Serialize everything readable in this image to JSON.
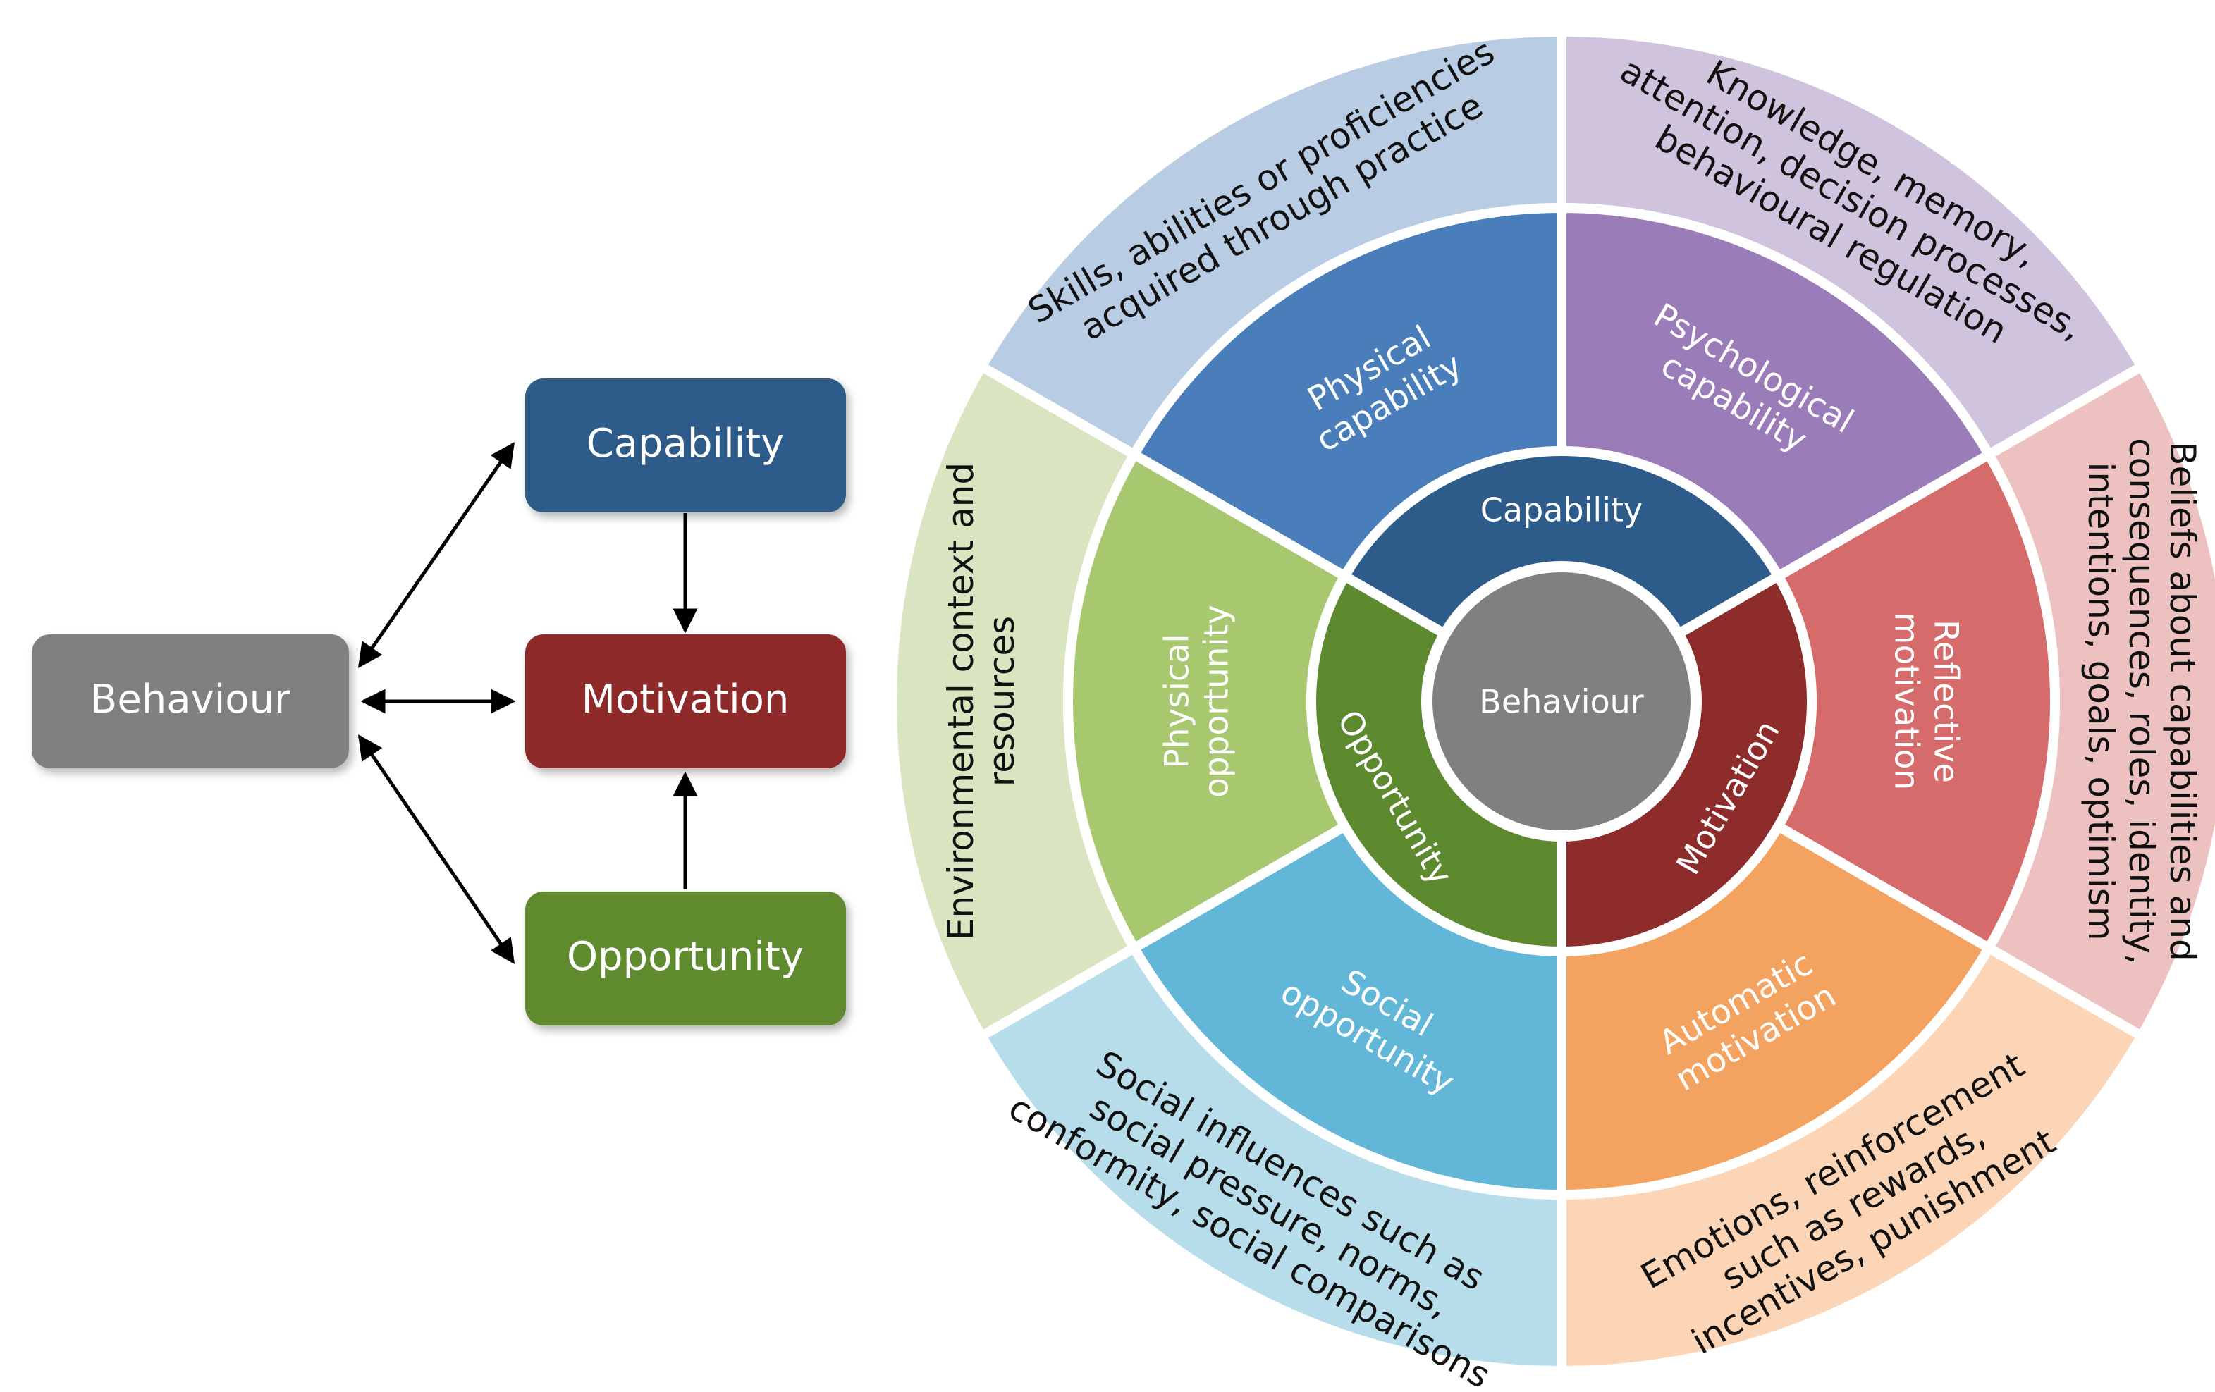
{
  "left_model": {
    "behaviour": "Behaviour",
    "capability": "Capability",
    "motivation": "Motivation",
    "opportunity": "Opportunity"
  },
  "wheel": {
    "center": "Behaviour",
    "components": {
      "capability": "Capability",
      "motivation": "Motivation",
      "opportunity": "Opportunity"
    },
    "subcomponents": {
      "physical_capability": [
        "Physical",
        "capability"
      ],
      "psychological_capability": [
        "Psychological",
        "capability"
      ],
      "reflective_motivation": [
        "Reflective",
        "motivation"
      ],
      "automatic_motivation": [
        "Automatic",
        "motivation"
      ],
      "social_opportunity": [
        "Social",
        "opportunity"
      ],
      "physical_opportunity": [
        "Physical",
        "opportunity"
      ]
    },
    "descriptions": {
      "physical_capability": [
        "Skills, abilities or proficiencies",
        "acquired through practice"
      ],
      "psychological_capability": [
        "Knowledge, memory,",
        "attention, decision processes,",
        "behavioural regulation"
      ],
      "reflective_motivation": [
        "Beliefs about capabilities and",
        "consequences, roles, identity,",
        "intentions, goals, optimism"
      ],
      "automatic_motivation": [
        "Emotions, reinforcement",
        "such as rewards,",
        "incentives, punishment"
      ],
      "social_opportunity": [
        "Social influences such as",
        "social pressure, norms,",
        "conformity, social comparisons"
      ],
      "physical_opportunity": [
        "Environmental context and",
        "resources"
      ]
    }
  },
  "colors": {
    "behaviour": "#808080",
    "capability": "#2E5C8A",
    "motivation": "#8E2B2B",
    "opportunity": "#5E8A2F",
    "physical_capability": "#4A7EBB",
    "psychological_capability": "#9A7CB8",
    "reflective_motivation": "#D56B6B",
    "automatic_motivation": "#F3A35F",
    "social_opportunity": "#62B6D8",
    "physical_opportunity": "#A8C870",
    "desc_physical_capability": "#B8CCE4",
    "desc_psychological_capability": "#CFC3DE",
    "desc_reflective_motivation": "#EEC1C1",
    "desc_automatic_motivation": "#FBD5B5",
    "desc_social_opportunity": "#B7DDEA",
    "desc_physical_opportunity": "#D8E5C0"
  }
}
